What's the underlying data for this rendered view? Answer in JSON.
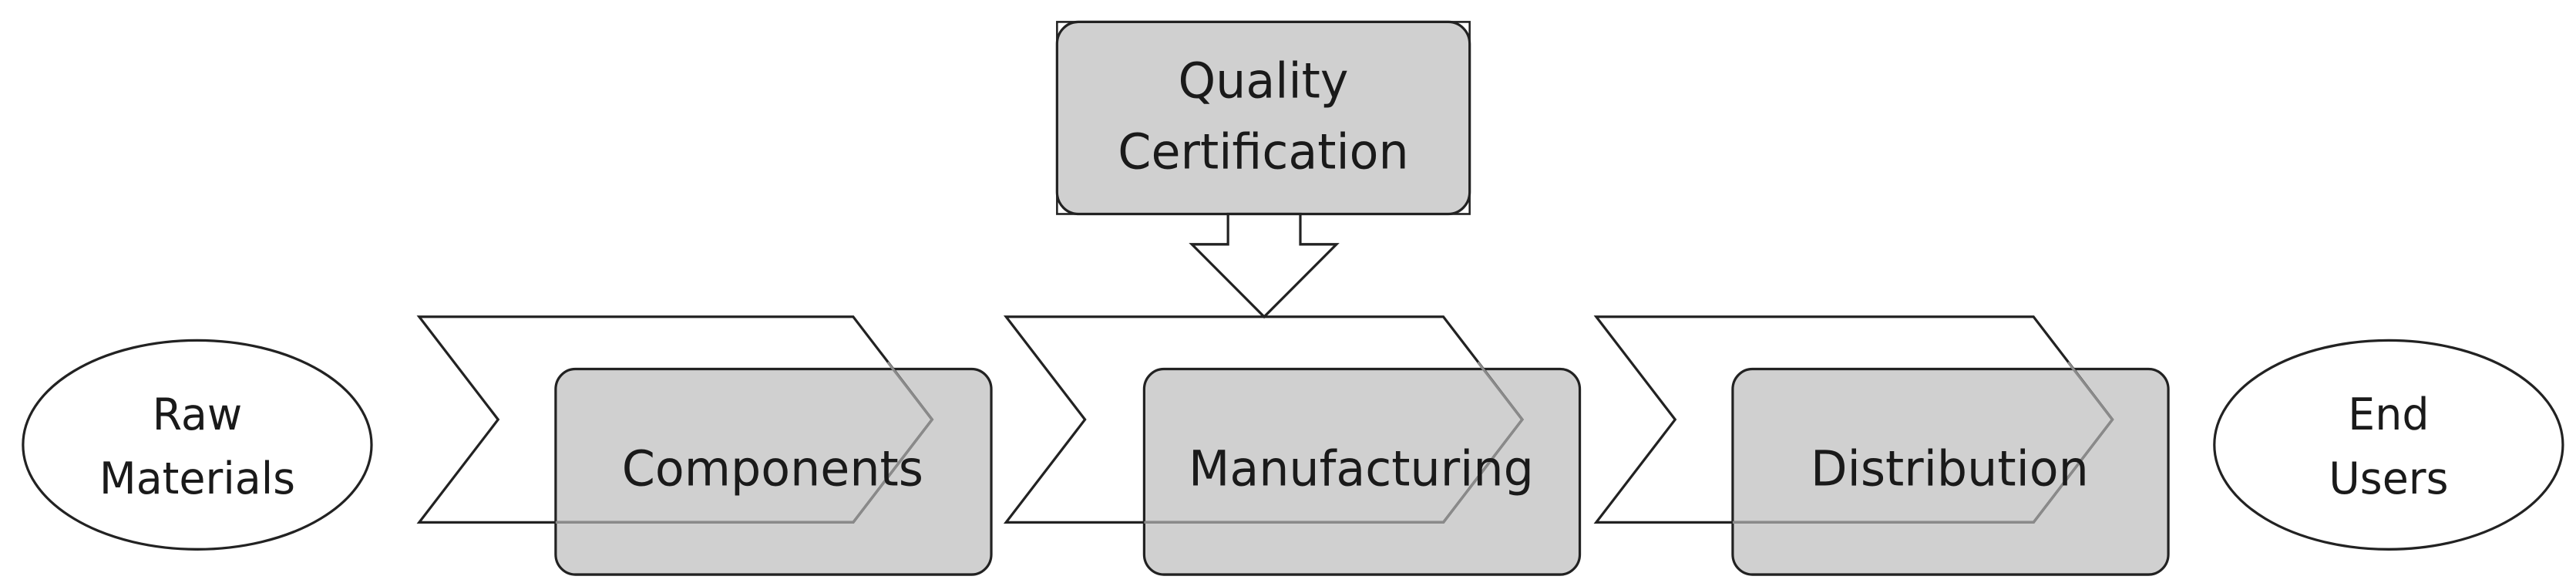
{
  "nodes": {
    "raw_materials": {
      "line1": "Raw",
      "line2": "Materials"
    },
    "components": {
      "label": "Components"
    },
    "manufacturing": {
      "label": "Manufacturing"
    },
    "distribution": {
      "label": "Distribution"
    },
    "end_users": {
      "line1": "End",
      "line2": "Users"
    },
    "quality_certification": {
      "line1": "Quality",
      "line2": "Certification"
    }
  },
  "colors": {
    "box_fill": "#d0d0d0",
    "stroke": "#222222",
    "background": "#ffffff"
  }
}
